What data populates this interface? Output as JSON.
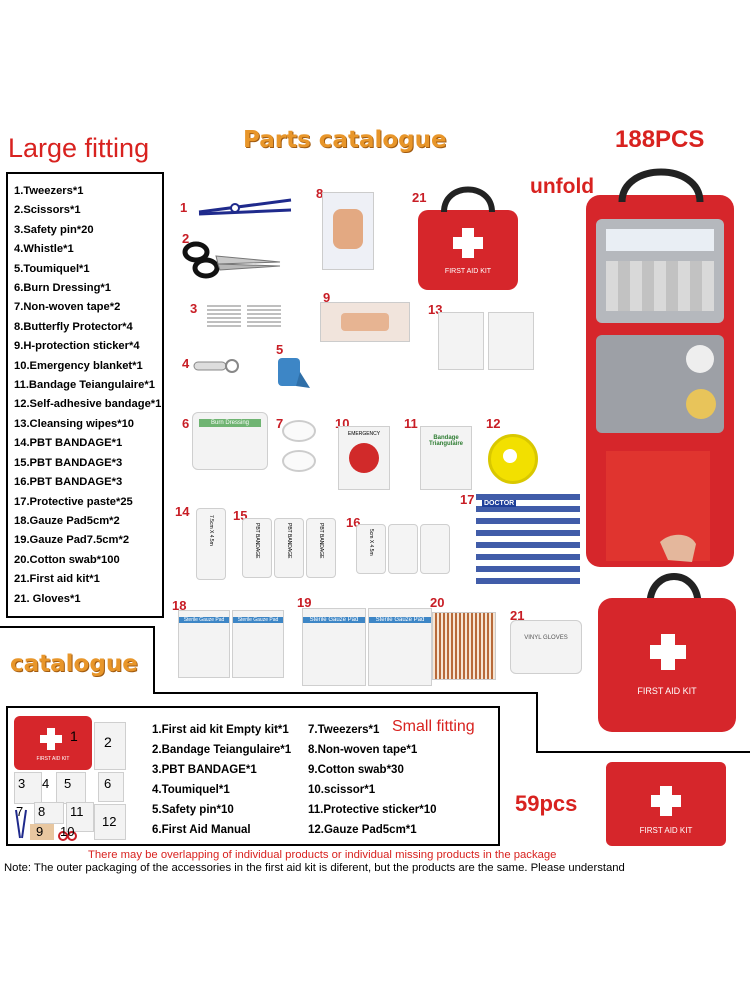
{
  "headings": {
    "large_fitting": "Large fitting",
    "parts_catalogue": "Parts catalogue",
    "count_large": "188PCS",
    "unfold": "unfold",
    "catalogue": "catalogue",
    "small_fitting": "Small fitting",
    "count_small": "59pcs"
  },
  "large_list": [
    "1.Tweezers*1",
    "2.Scissors*1",
    "3.Safety pin*20",
    "4.Whistle*1",
    "5.Toumiquel*1",
    "6.Burn Dressing*1",
    "7.Non-woven tape*2",
    "8.Butterfly Protector*4",
    "9.H-protection sticker*4",
    "10.Emergency blanket*1",
    "11.Bandage Teiangulaire*1",
    "12.Self-adhesive bandage*1",
    "13.Cleansing wipes*10",
    "14.PBT BANDAGE*1",
    "15.PBT BANDAGE*3",
    "16.PBT BANDAGE*3",
    "17.Protective paste*25",
    "18.Gauze Pad5cm*2",
    "19.Gauze Pad7.5cm*2",
    "20.Cotton swab*100",
    "21.First aid kit*1",
    "21. Gloves*1"
  ],
  "parts_numbers": [
    "1",
    "2",
    "3",
    "4",
    "5",
    "6",
    "7",
    "8",
    "9",
    "10",
    "11",
    "12",
    "13",
    "14",
    "15",
    "16",
    "17",
    "18",
    "19",
    "20",
    "21",
    "21"
  ],
  "kit_label": "FIRST AID KIT",
  "product_labels": {
    "burn_dressing": "Burn Dressing",
    "bandage_triangulaire": "Bandage Triangulaire",
    "blanket": "EMERGENCY",
    "pbt": "PBT BANDAGE",
    "pbt_size_a": "7.5cm X 4.5m",
    "pbt_size_b": "5cm X 4.5m",
    "gauze": "Sterile Gauze Pad",
    "doctor": "DOCTOR",
    "gloves": "VINYL GLOVES"
  },
  "small_list_col1": [
    "1.First aid kit Empty kit*1",
    "2.Bandage Teiangulaire*1",
    "3.PBT BANDAGE*1",
    "4.Toumiquel*1",
    "5.Safety pin*10",
    "6.First Aid Manual"
  ],
  "small_list_col2": [
    "7.Tweezers*1",
    "8.Non-woven tape*1",
    "9.Cotton swab*30",
    "10.scissor*1",
    "11.Protective sticker*10",
    "12.Gauze Pad5cm*1"
  ],
  "small_numbers": [
    "1",
    "2",
    "3",
    "4",
    "5",
    "6",
    "7",
    "8",
    "9",
    "10",
    "11",
    "12"
  ],
  "notices": {
    "warning": "There may be overlapping of individual products or individual missing products in the package",
    "note": "Note: The outer packaging of the accessories in the first aid kit is diferent, but the products are the same. Please understand"
  },
  "colors": {
    "brand_red": "#d6262b",
    "heading_red": "#d8221f",
    "heading_orange": "#e8962a"
  }
}
